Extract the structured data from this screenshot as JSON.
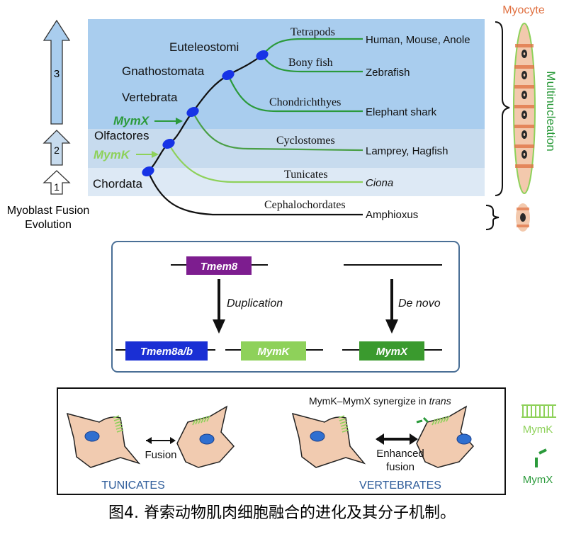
{
  "evolution_arrows": {
    "label": "Myoblast Fusion Evolution",
    "label_line1": "Myoblast Fusion",
    "label_line2": "Evolution",
    "levels": [
      "1",
      "2",
      "3"
    ]
  },
  "tree": {
    "nodes": {
      "euteleostomi": "Euteleostomi",
      "gnathostomata": "Gnathostomata",
      "vertebrata": "Vertebrata",
      "olfactores": "Olfactores",
      "chordata": "Chordata"
    },
    "gene_markers": {
      "mymx": "MymX",
      "mymk": "MymK"
    },
    "branches": {
      "tetrapods": "Tetrapods",
      "bony_fish": "Bony fish",
      "chondrichthyes": "Chondrichthyes",
      "cyclostomes": "Cyclostomes",
      "tunicates": "Tunicates",
      "cephalochordates": "Cephalochordates"
    },
    "species": {
      "human": "Human, Mouse, Anole",
      "zebrafish": "Zebrafish",
      "elephant_shark": "Elephant shark",
      "lamprey": "Lamprey, Hagfish",
      "ciona": "Ciona",
      "amphioxus": "Amphioxus"
    }
  },
  "myocyte": {
    "title": "Myocyte",
    "side_label": "Multinucleation"
  },
  "gene_panel": {
    "tmem8": "Tmem8",
    "duplication": "Duplication",
    "de_novo": "De novo",
    "tmem8ab": "Tmem8a/b",
    "mymk": "MymK",
    "mymx": "MymX"
  },
  "fusion_panel": {
    "synergy_prefix": "MymK–MymX synergize in ",
    "synergy_italic": "trans",
    "fusion": "Fusion",
    "enhanced_line1": "Enhanced",
    "enhanced_line2": "fusion",
    "tunicates": "TUNICATES",
    "vertebrates": "VERTEBRATES"
  },
  "legend": {
    "mymk": "MymK",
    "mymx": "MymX"
  },
  "caption": "图4. 脊索动物肌肉细胞融合的进化及其分子机制。",
  "colors": {
    "band_top": "#a9cdee",
    "band_mid": "#c7dbee",
    "band_low": "#dde9f5",
    "node_blue": "#1733e6",
    "mymx_green": "#2b9a3b",
    "mymk_green": "#8ed15a",
    "tmem8_purple": "#7d1d8f",
    "tmem8ab_blue": "#1a2fd4",
    "myocyte_fill": "#f3c9ad",
    "myocyte_orange": "#e07040",
    "cell_fill": "#f1cbb0",
    "nucleus_blue": "#2f6fd0",
    "label_blue": "#2e5c9a",
    "panel_border": "#4a6f96"
  }
}
